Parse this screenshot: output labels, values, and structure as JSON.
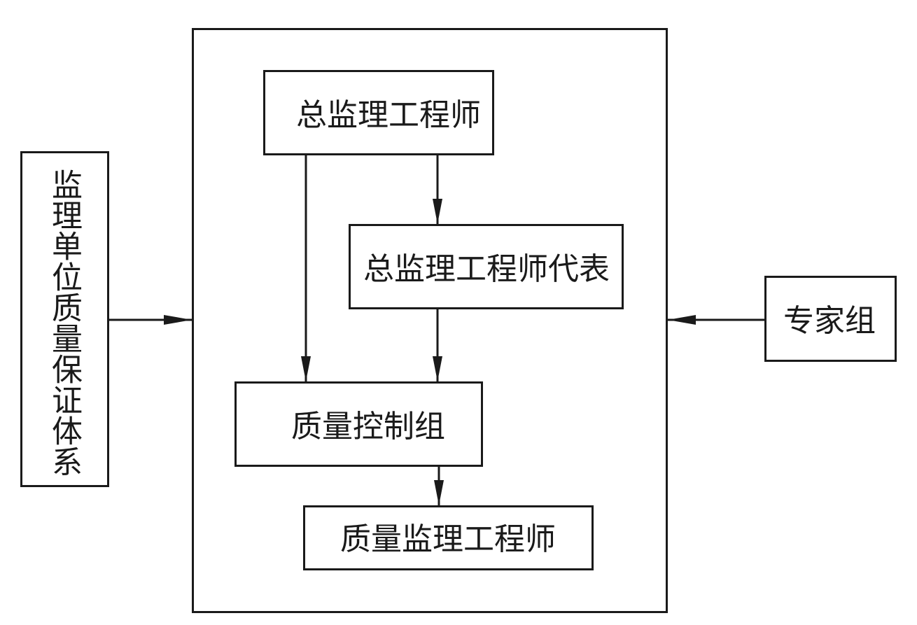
{
  "diagram": {
    "title": "监理单位质量保证体系",
    "nodes": {
      "left_system": "监理单位质量保证体系",
      "chief_engineer": "总监理工程师",
      "chief_engineer_rep": "总监理工程师代表",
      "qc_group": "质量控制组",
      "quality_engineer": "质量监理工程师",
      "expert_group": "专家组"
    },
    "edges": [
      {
        "from": "left_system",
        "to": "container",
        "direction": "right"
      },
      {
        "from": "expert_group",
        "to": "container",
        "direction": "left"
      },
      {
        "from": "chief_engineer",
        "to": "chief_engineer_rep",
        "direction": "down"
      },
      {
        "from": "chief_engineer",
        "to": "qc_group",
        "direction": "down"
      },
      {
        "from": "chief_engineer_rep",
        "to": "qc_group",
        "direction": "down"
      },
      {
        "from": "qc_group",
        "to": "quality_engineer",
        "direction": "down"
      }
    ]
  }
}
